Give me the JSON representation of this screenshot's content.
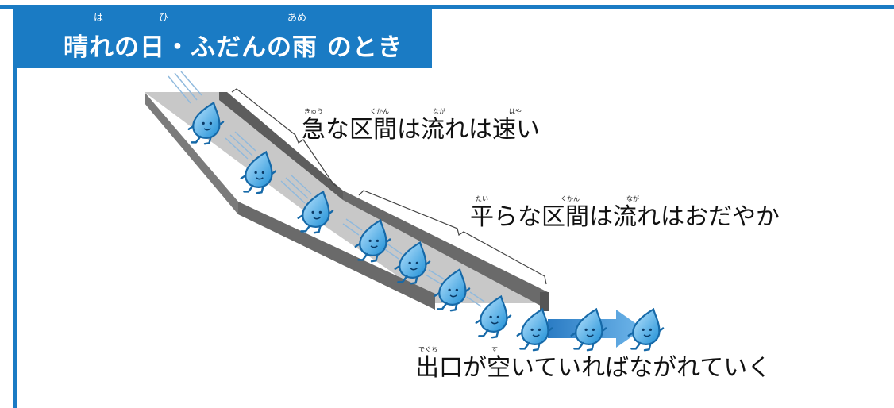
{
  "title": {
    "text": "晴れの日・ふだんの雨 のとき",
    "ruby": [
      "は",
      "ひ",
      "あめ"
    ]
  },
  "labels": {
    "steep": {
      "text": "急な区間は流れは速い",
      "ruby": [
        "きゅう",
        "くかん",
        "なが",
        "はや"
      ]
    },
    "flat": {
      "text": "平らな区間は流れはおだやか",
      "ruby": [
        "たい",
        "くかん",
        "なが"
      ]
    },
    "exit": {
      "text": "出口が空いていればながれていく",
      "ruby": [
        "でぐち",
        "す"
      ]
    }
  },
  "colors": {
    "brand_blue": "#1a7bc4",
    "drop_blue": "#1e8fd6",
    "channel_top": "#cfcfcf",
    "channel_wall": "#6b6b6b"
  }
}
